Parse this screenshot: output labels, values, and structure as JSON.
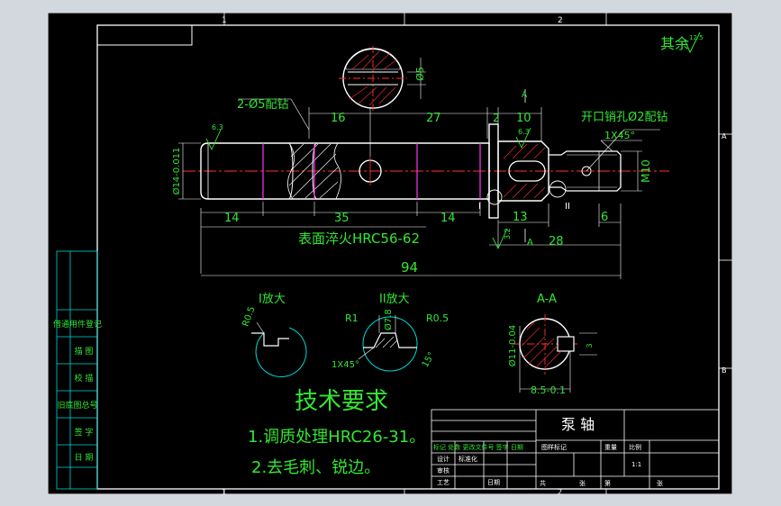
{
  "border": {
    "zone_top_1": "1",
    "zone_top_2": "2",
    "zone_bottom_1": "1",
    "zone_bottom_2": "2",
    "zone_right_a": "A",
    "zone_right_b": "B"
  },
  "roughness_others": "其余",
  "roughness_others_value": "12.5",
  "dims": {
    "phi5": "Ø5",
    "hole_2phi5": "2-Ø5配钻",
    "d16": "16",
    "d27": "27",
    "d2": "2",
    "d10": "10",
    "cotter": "开口销孔Ø2配钻",
    "chamfer": "1X45°",
    "rough63_a": "6.3",
    "rough63_b": "6.3",
    "phi14": "Ø14-0.011",
    "m10": "M10",
    "d14a": "14",
    "d35": "35",
    "d14b": "14",
    "d13": "13",
    "d6": "6",
    "roman1": "I",
    "roman2": "II",
    "harden": "表面淬火HRC56-62",
    "d32": "3.2",
    "sec_a": "A",
    "sec_a_top": "A",
    "d28": "28",
    "d94": "94"
  },
  "details": {
    "title1": "I放大",
    "title2": "II放大",
    "title3": "A-A",
    "r05a": "R0.5",
    "r1": "R1",
    "r05b": "R0.5",
    "phi78": "Ø7.8",
    "chamfer2": "1X45°",
    "ang15": "15°",
    "phi11": "Ø11-0.04",
    "d3": "3",
    "d85": "8.5-0.1"
  },
  "tech": {
    "heading": "技术要求",
    "item1": "1.调质处理HRC26-31。",
    "item2": "2.去毛刺、锐边。"
  },
  "left_table": [
    "借通用件登记",
    "描 图",
    "校 描",
    "旧底图总号",
    "签 字",
    "日 期"
  ],
  "title_block": {
    "part_name": "泵 轴",
    "row_labels": "标记 处数 更改文件号 签字 日期",
    "designer": "设计",
    "standard": "标准化",
    "review": "审核",
    "process": "工艺",
    "date": "日期",
    "drawing_stage": "图样标记",
    "weight": "重量",
    "scale": "比例",
    "scale_value": "1:1",
    "sheet_total": "共",
    "sheet": "张",
    "page": "第",
    "page_unit": "张"
  }
}
